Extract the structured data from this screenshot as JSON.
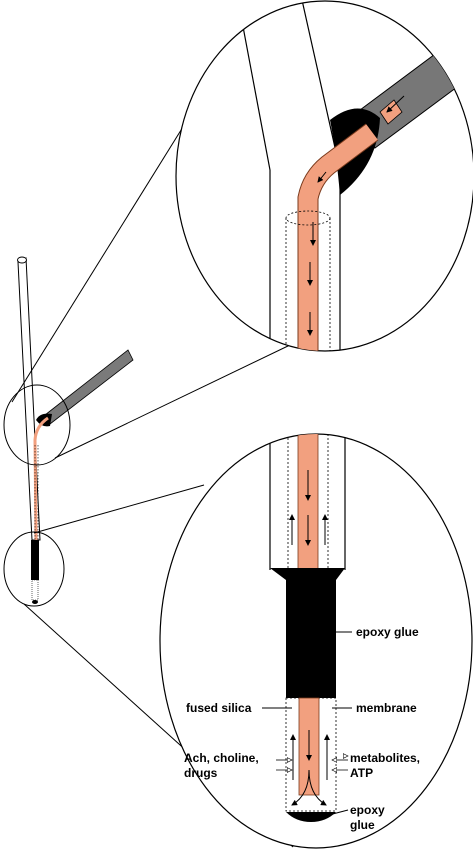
{
  "labels": {
    "epoxy_glue_top": "epoxy glue",
    "fused_silica": "fused silica",
    "membrane": "membrane",
    "inflow_line1": "Ach, choline,",
    "inflow_line2": "drugs",
    "outflow_line1": "metabolites,",
    "outflow_line2": "ATP",
    "epoxy_glue_bottom_line1": "epoxy",
    "epoxy_glue_bottom_line2": "glue"
  },
  "colors": {
    "tubing_fill": "#f2a07f",
    "tubing_stroke": "#7a3a1c",
    "glue": "#000000",
    "tube_grey": "#777777",
    "outline": "#000000"
  }
}
